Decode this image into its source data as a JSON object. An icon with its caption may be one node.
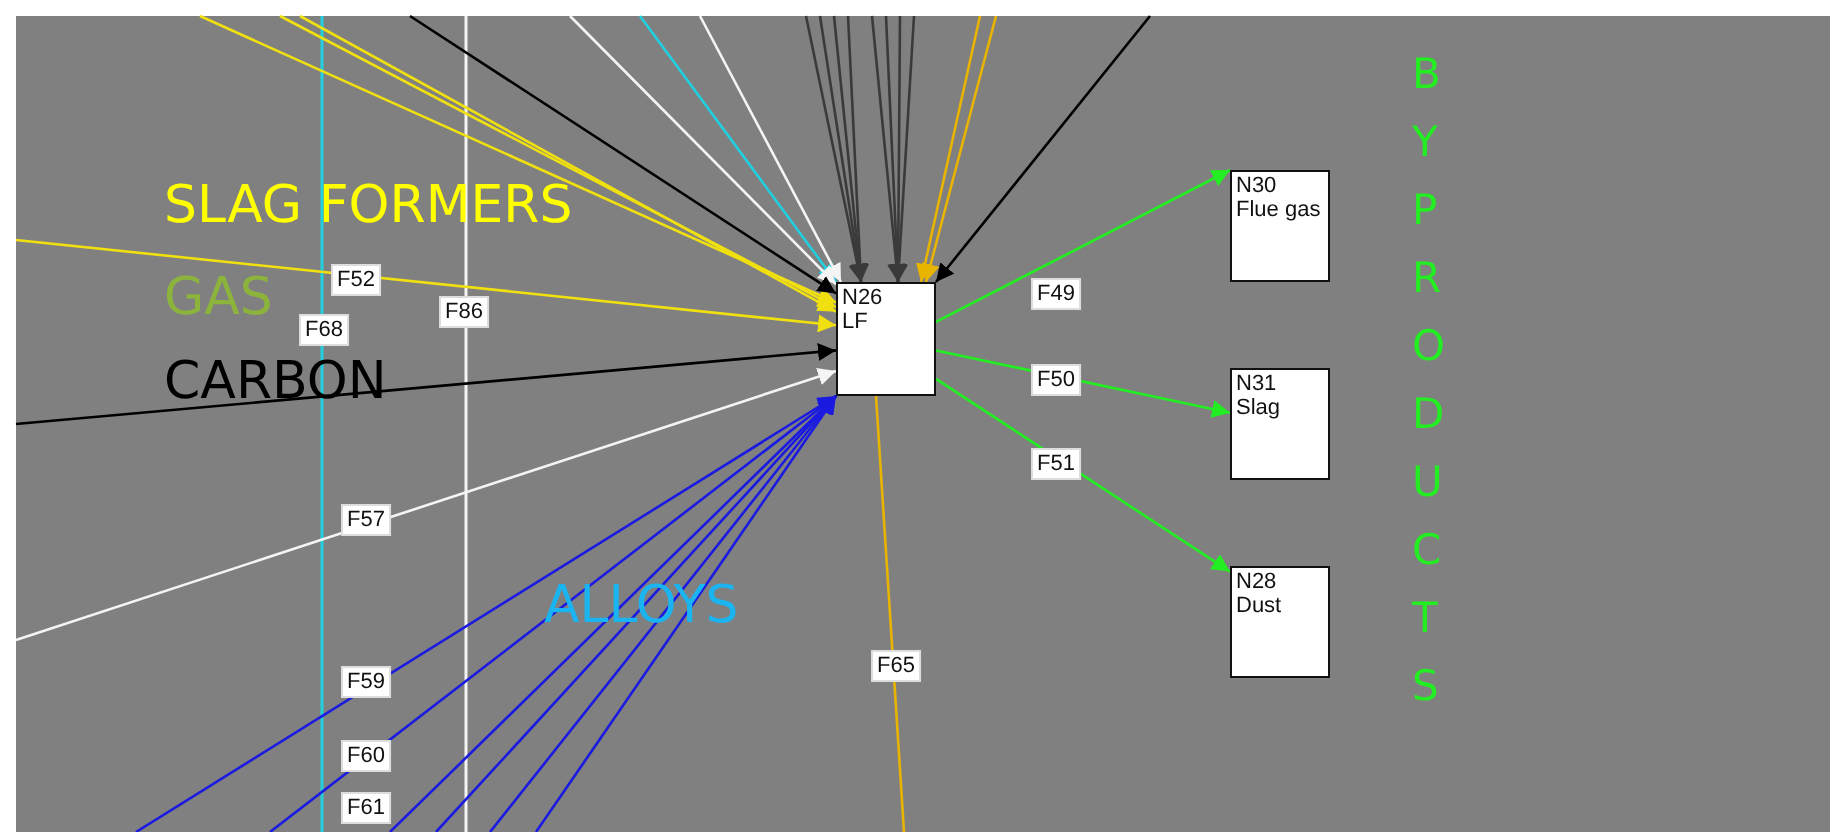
{
  "diagram": {
    "nodes": [
      {
        "text": [
          "N26",
          "LF"
        ]
      },
      {
        "text": [
          "N30",
          "Flue gas"
        ]
      },
      {
        "text": [
          "N31",
          "Slag"
        ]
      },
      {
        "text": [
          "N28",
          "Dust"
        ]
      }
    ],
    "edges": [
      {
        "from": 0,
        "to": 1,
        "arrow": "to",
        "label": "F49",
        "color": "#22ee22"
      },
      {
        "from": 0,
        "to": 2,
        "arrow": "to",
        "label": "F50",
        "color": "#22ee22"
      },
      {
        "from": 0,
        "to": 3,
        "arrow": "to",
        "label": "F51",
        "color": "#22ee22"
      },
      {
        "from": null,
        "to": 0,
        "arrow": "to",
        "label": "F52",
        "color": "#f0e010"
      },
      {
        "from": null,
        "to": 0,
        "arrow": "to",
        "color": "#000000"
      },
      {
        "from": null,
        "to": 0,
        "arrow": "to",
        "label": "F57",
        "color": "#f4f4f4"
      },
      {
        "from": null,
        "to": 0,
        "arrow": "to",
        "label": "F59",
        "color": "#1a1ae0"
      },
      {
        "from": null,
        "to": 0,
        "arrow": "to",
        "label": "F60",
        "color": "#1a1ae0"
      },
      {
        "from": null,
        "to": 0,
        "arrow": "to",
        "label": "F61",
        "color": "#1a1ae0"
      },
      {
        "from": null,
        "to": 0,
        "arrow": "to",
        "color": "#1a1ae0"
      },
      {
        "from": null,
        "to": 0,
        "arrow": "to",
        "color": "#1a1ae0"
      },
      {
        "from": null,
        "to": 0,
        "arrow": "to",
        "color": "#1a1ae0"
      },
      {
        "from": null,
        "to": 0,
        "arrow": "to",
        "color": "#20d0e0"
      },
      {
        "from": null,
        "to": 0,
        "arrow": "to",
        "color": "#f4f4f4"
      },
      {
        "from": null,
        "to": 0,
        "arrow": "to",
        "color": "#f4f4f4"
      },
      {
        "from": null,
        "to": 0,
        "arrow": "to",
        "color": "#f0e010"
      },
      {
        "from": null,
        "to": 0,
        "arrow": "to",
        "color": "#f0e010"
      },
      {
        "from": null,
        "to": 0,
        "arrow": "to",
        "color": "#f0e010"
      },
      {
        "from": null,
        "to": 0,
        "arrow": "to",
        "color": "#000000"
      },
      {
        "from": null,
        "to": 0,
        "arrow": "to",
        "color": "#000000"
      },
      {
        "from": null,
        "to": 0,
        "arrow": "to"
      },
      {
        "from": null,
        "to": 0,
        "arrow": "to"
      },
      {
        "from": null,
        "to": 0,
        "arrow": "to"
      },
      {
        "from": null,
        "to": 0,
        "arrow": "to"
      },
      {
        "from": null,
        "to": 0,
        "arrow": "to"
      },
      {
        "from": null,
        "to": 0,
        "arrow": "to"
      },
      {
        "from": null,
        "to": 0,
        "arrow": "to"
      },
      {
        "from": null,
        "to": 0,
        "arrow": "to"
      },
      {
        "from": null,
        "to": 0,
        "arrow": "to",
        "color": "#e8b400"
      },
      {
        "from": null,
        "to": 0,
        "arrow": "to",
        "color": "#e8b400"
      },
      {
        "from": 0,
        "to": null,
        "arrow": "none",
        "label": "F65",
        "color": "#e8b400"
      }
    ],
    "labels": [
      "SLAG FORMERS",
      "GAS",
      "CARBON",
      "F68",
      "F86",
      "ALLOYS",
      "BY PRODUCTS"
    ]
  }
}
